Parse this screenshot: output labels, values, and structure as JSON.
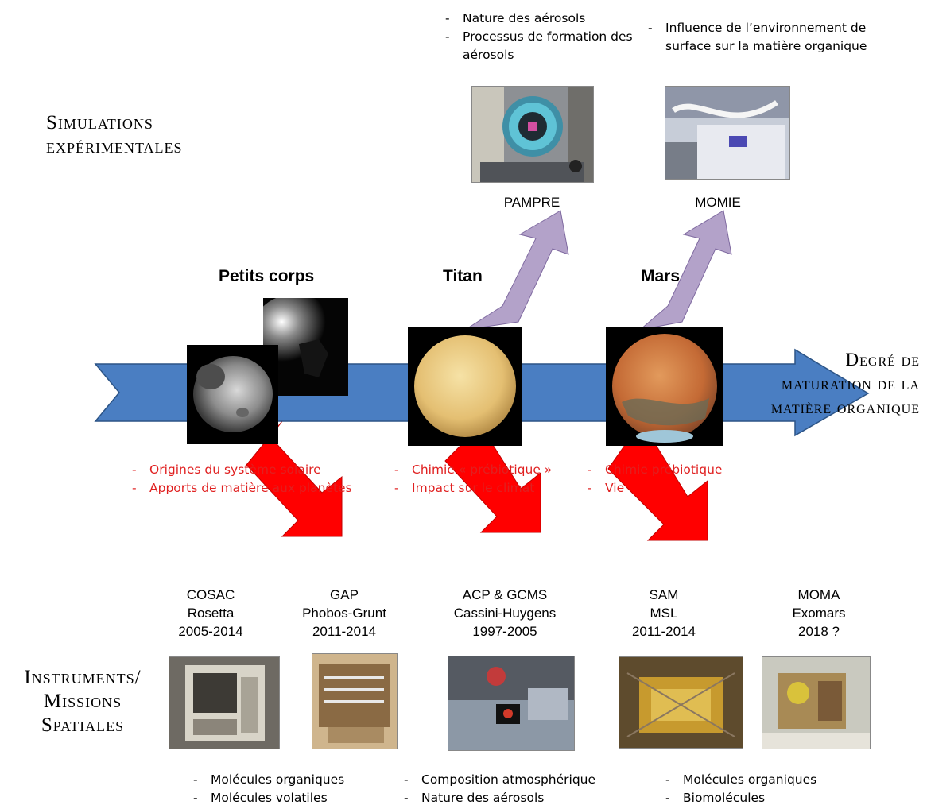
{
  "section_labels": {
    "simulations": [
      "Simulations",
      "expérimentales"
    ],
    "instruments": [
      "Instruments/",
      "Missions",
      "Spatiales"
    ],
    "maturation": [
      "Degré de",
      "maturation de la",
      "matière organique"
    ]
  },
  "bodies": [
    {
      "name": "Petits corps",
      "objectives": [
        "Origines du système solaire",
        "Apports de matière aux planètes"
      ]
    },
    {
      "name": "Titan",
      "objectives": [
        "Chimie « prébiotique »",
        "Impact sur le climat"
      ]
    },
    {
      "name": "Mars",
      "objectives": [
        "Chimie prébiotique",
        "Vie"
      ]
    }
  ],
  "simulations": [
    {
      "name": "PAMPRE",
      "notes": [
        "Nature des aérosols",
        "Processus de formation des aérosols"
      ]
    },
    {
      "name": "MOMIE",
      "notes": [
        "Influence de l’environnement de surface sur la matière organique"
      ]
    }
  ],
  "missions": [
    {
      "lines": [
        "COSAC",
        "Rosetta",
        "2005-2014"
      ]
    },
    {
      "lines": [
        "GAP",
        "Phobos-Grunt",
        "2011-2014"
      ]
    },
    {
      "lines": [
        "ACP & GCMS",
        "Cassini-Huygens",
        "1997-2005"
      ]
    },
    {
      "lines": [
        "SAM",
        "MSL",
        "2011-2014"
      ]
    },
    {
      "lines": [
        "MOMA",
        "Exomars",
        "2018 ?"
      ]
    }
  ],
  "mission_notes": [
    [
      "Molécules organiques",
      "Molécules volatiles"
    ],
    [
      "Composition atmosphérique",
      "Nature des aérosols"
    ],
    [
      "Molécules organiques",
      "Biomolécules"
    ]
  ],
  "colors": {
    "axis_arrow": "#4a7ec2",
    "down_arrow": "#ff0000",
    "up_arrow": "#b3a2c9",
    "objective_text": "#e02020"
  }
}
